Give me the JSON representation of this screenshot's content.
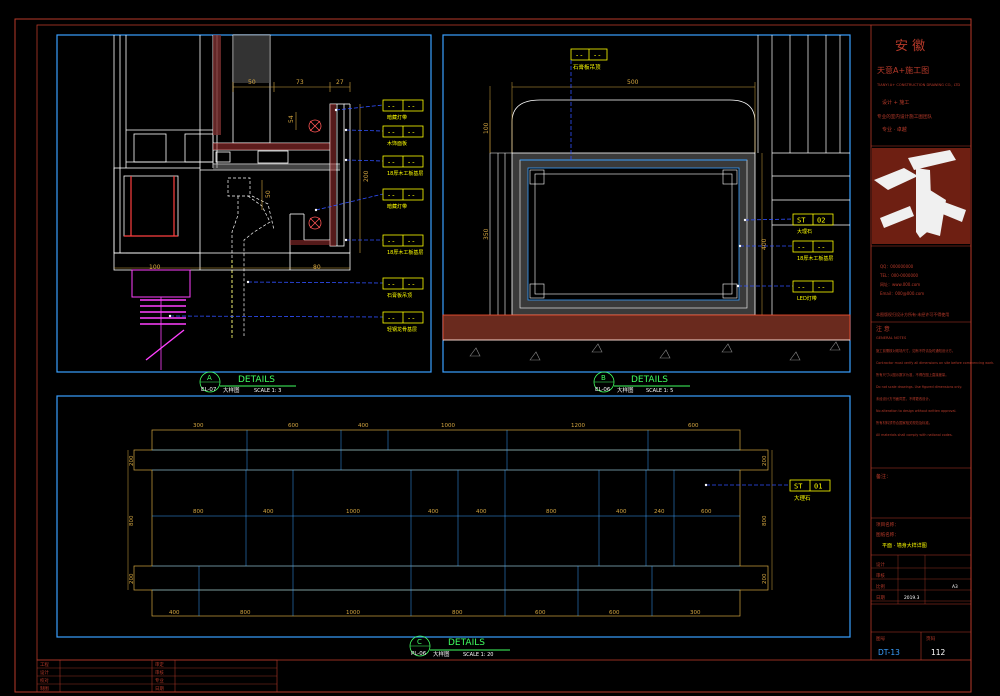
{
  "colors": {
    "background": "#000000",
    "border": "#b83a2a",
    "viewport": "#3aa0ff",
    "dimension": "#d4a640",
    "wall": "#ffffff",
    "tag": "#ffff00",
    "leader": "#3050ff",
    "pipe": "#ff40ff",
    "title_green": "#40ff60",
    "hatch": "#8a8a8a",
    "titleblock_text": "#b83a2a"
  },
  "detail_a": {
    "circle_letter": "A",
    "ref": "EL-07",
    "title": "DETAILS",
    "subtitle": "大样图",
    "scale": "SCALE 1: 3",
    "dims": {
      "d50a": "50",
      "d73": "73",
      "d27": "27",
      "d54": "54",
      "d50b": "50",
      "d100": "100",
      "d80": "80",
      "d200": "200"
    },
    "tags": [
      {
        "code": "--",
        "num": "--",
        "note": "暗藏灯带"
      },
      {
        "code": "--",
        "num": "--",
        "note": "木饰面板"
      },
      {
        "code": "--",
        "num": "--",
        "note": "18厚木工板基层"
      },
      {
        "code": "--",
        "num": "--",
        "note": "暗藏灯带"
      },
      {
        "code": "--",
        "num": "--",
        "note": "18厚木工板基层"
      },
      {
        "code": "--",
        "num": "--",
        "note": "石膏板吊顶"
      },
      {
        "code": "--",
        "num": "--",
        "note": "轻钢龙骨基层"
      }
    ]
  },
  "detail_b": {
    "circle_letter": "B",
    "ref": "EL-06",
    "title": "DETAILS",
    "subtitle": "大样图",
    "scale": "SCALE 1: 5",
    "top_tag": {
      "code": "--",
      "num": "--",
      "note": "石膏板吊顶"
    },
    "dims": {
      "d500": "500",
      "d100": "100",
      "d350": "350",
      "d400": "400"
    },
    "tags": [
      {
        "code": "ST",
        "num": "02",
        "note": "大理石"
      },
      {
        "code": "--",
        "num": "--",
        "note": "18厚木工板基层"
      },
      {
        "code": "--",
        "num": "--",
        "note": "LED灯带"
      }
    ]
  },
  "detail_c": {
    "circle_letter": "C",
    "ref": "PL-06",
    "title": "DETAILS",
    "subtitle": "大样图",
    "scale": "SCALE 1: 20",
    "tag": {
      "code": "ST",
      "num": "01",
      "note": "大理石"
    },
    "top_dims": [
      "300",
      "600",
      "400",
      "1000",
      "1200",
      "600"
    ],
    "mid_dims": [
      "800",
      "400",
      "1000",
      "400",
      "400",
      "800",
      "400",
      "240",
      "600"
    ],
    "bottom_dims": [
      "400",
      "800",
      "1000",
      "800",
      "600",
      "600",
      "300"
    ],
    "left_dims": [
      "200",
      "800",
      "200"
    ],
    "right_dims": [
      "200",
      "800",
      "200"
    ]
  },
  "title_block": {
    "company": "安 徽",
    "company_sub": "天意A+施工图",
    "company_en": "TIANYI A+ CONSTRUCTION DRAWING CO., LTD",
    "design_line": "设计 + 施工",
    "slogan": "专业的室内设计施工图团队",
    "service": "专业 · 卓越",
    "contact": [
      "QQ：000000000",
      "TEL：000-0000000",
      "网址：www.000.com",
      "Email：000@000.com"
    ],
    "note_line": "本图版权归设计方所有·未经许可不得使用",
    "notes_title": "注 意",
    "notes_en": "GENERAL NOTES",
    "notes": [
      "施工前需核对现场尺寸，如有不符请及时通知设计方。",
      "Contractor must verify all dimensions on site before commencing work.",
      "所有尺寸以图示数字为准，不得在图上直接度量。",
      "Do not scale drawings. Use figured dimensions only.",
      "未经设计方书面同意，不得更改设计。",
      "No alteration to design without written approval.",
      "所有材料须符合国家相关规范及标准。",
      "All materials shall comply with national codes."
    ],
    "remarks_label": "备注：",
    "project_label": "项目名称：",
    "drawing_label": "图纸名称：",
    "drawing_name": "平面 · 墙身大样详图",
    "sign_rows": [
      {
        "label": "设计",
        "value": ""
      },
      {
        "label": "审核",
        "value": ""
      },
      {
        "label": "比例",
        "value": "",
        "extra": "A3"
      },
      {
        "label": "日期",
        "value": "2019.3"
      }
    ],
    "number_label": "图号",
    "page_label": "页码",
    "drawing_no": "DT-13",
    "page_no": "112"
  },
  "bottom_table": {
    "rows": [
      [
        "工程",
        "",
        "审定",
        ""
      ],
      [
        "设计",
        "",
        "审核",
        ""
      ],
      [
        "校对",
        "",
        "专业",
        ""
      ],
      [
        "制图",
        "",
        "日期",
        ""
      ]
    ]
  }
}
